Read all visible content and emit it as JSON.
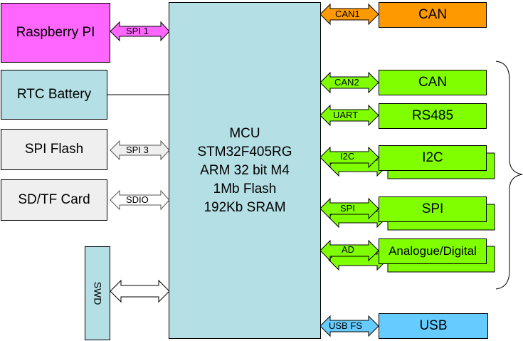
{
  "colors": {
    "mcu": "#b4dfe4",
    "raspberry": "#ff66ff",
    "magenta_arrow": "#ff66ff",
    "orange": "#ff9900",
    "green": "#80ff00",
    "blue": "#66ccff",
    "gray": "#efefef",
    "white_arrow": "#ffffff"
  },
  "mcu": {
    "lines": [
      "MCU",
      "STM32F405RG",
      "ARM 32 bit M4",
      "1Mb Flash",
      "192Kb SRAM"
    ]
  },
  "left_blocks": {
    "raspberry": "Raspberry PI",
    "rtc": "RTC Battery",
    "spi_flash": "SPI Flash",
    "sd_card": "SD/TF Card",
    "swd": "SWD"
  },
  "left_links": {
    "raspberry": "SPI 1",
    "spi_flash": "SPI 3",
    "sd_card": "SDIO"
  },
  "right_blocks": {
    "can1": "CAN",
    "can2": "CAN",
    "rs485": "RS485",
    "i2c": "I2C",
    "spi": "SPI",
    "analog": "Analogue/Digital",
    "usb": "USB"
  },
  "right_links": {
    "can1": "CAN1",
    "can2": "CAN2",
    "uart": "UART",
    "i2c": "I2C",
    "spi": "SPI",
    "ad": "AD",
    "usb": "USB FS"
  }
}
